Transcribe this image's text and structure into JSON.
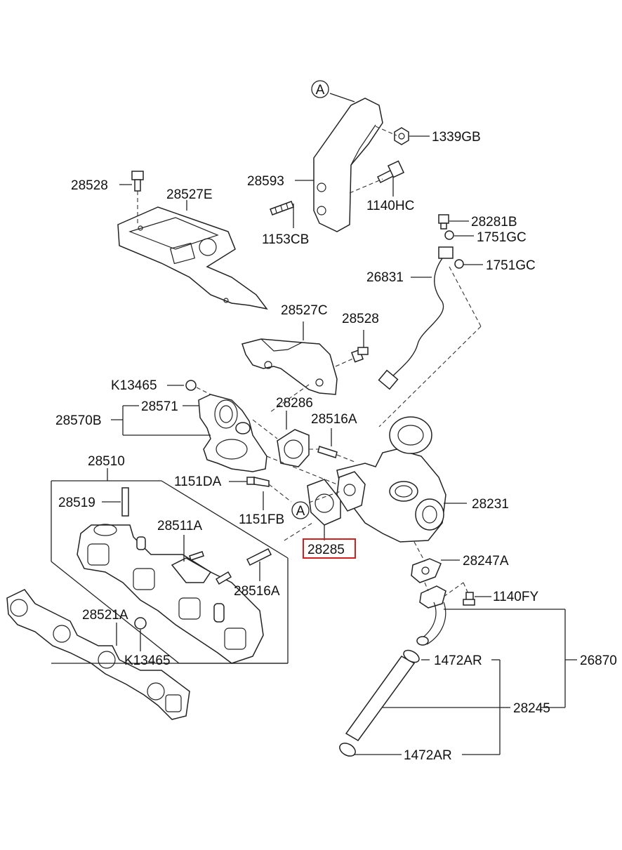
{
  "callouts": {
    "ref_a_top": "A",
    "ref_a_mid": "A"
  },
  "labels": {
    "p1339GB": "1339GB",
    "p28593": "28593",
    "p1140HC": "1140HC",
    "p1153CB": "1153CB",
    "p28528_top": "28528",
    "p28527E": "28527E",
    "p28281B": "28281B",
    "p1751GC_a": "1751GC",
    "p1751GC_b": "1751GC",
    "p26831": "26831",
    "p28527C": "28527C",
    "p28528_mid": "28528",
    "pK13465_top": "K13465",
    "p28571": "28571",
    "p28570B": "28570B",
    "p28286": "28286",
    "p28516A_top": "28516A",
    "p28510": "28510",
    "p1151DA": "1151DA",
    "p28519": "28519",
    "p1151FB": "1151FB",
    "p28231": "28231",
    "p28511A": "28511A",
    "p28285": "28285",
    "p28247A": "28247A",
    "p28516A_bot": "28516A",
    "p1140FY": "1140FY",
    "p28521A": "28521A",
    "pK13465_bot": "K13465",
    "p26870": "26870",
    "p1472AR_top": "1472AR",
    "p28245": "28245",
    "p1472AR_bot": "1472AR"
  },
  "highlight": {
    "part_number": "28285",
    "color": "#d51f1f"
  }
}
